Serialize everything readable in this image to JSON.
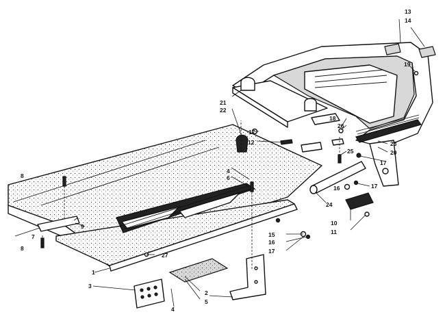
{
  "callouts": [
    {
      "id": "c1",
      "text": "1"
    },
    {
      "id": "c2",
      "text": "2"
    },
    {
      "id": "c3",
      "text": "3"
    },
    {
      "id": "c4a",
      "text": "4"
    },
    {
      "id": "c4b",
      "text": "4"
    },
    {
      "id": "c5",
      "text": "5"
    },
    {
      "id": "c6",
      "text": "6"
    },
    {
      "id": "c7",
      "text": "7"
    },
    {
      "id": "c8a",
      "text": "8"
    },
    {
      "id": "c8b",
      "text": "8"
    },
    {
      "id": "c9",
      "text": "9"
    },
    {
      "id": "c10",
      "text": "10"
    },
    {
      "id": "c11",
      "text": "11"
    },
    {
      "id": "c12",
      "text": "12"
    },
    {
      "id": "c13",
      "text": "13"
    },
    {
      "id": "c14",
      "text": "14"
    },
    {
      "id": "c15",
      "text": "15"
    },
    {
      "id": "c16a",
      "text": "16"
    },
    {
      "id": "c16b",
      "text": "16"
    },
    {
      "id": "c17a",
      "text": "17"
    },
    {
      "id": "c17b",
      "text": "17"
    },
    {
      "id": "c17c",
      "text": "17"
    },
    {
      "id": "c17d",
      "text": "17"
    },
    {
      "id": "c18",
      "text": "18"
    },
    {
      "id": "c19",
      "text": "19"
    },
    {
      "id": "c20",
      "text": "20"
    },
    {
      "id": "c21",
      "text": "21"
    },
    {
      "id": "c22",
      "text": "22"
    },
    {
      "id": "c23",
      "text": "23"
    },
    {
      "id": "c24",
      "text": "24"
    },
    {
      "id": "c25",
      "text": "25"
    },
    {
      "id": "c26",
      "text": "26"
    },
    {
      "id": "c27",
      "text": "27"
    }
  ]
}
